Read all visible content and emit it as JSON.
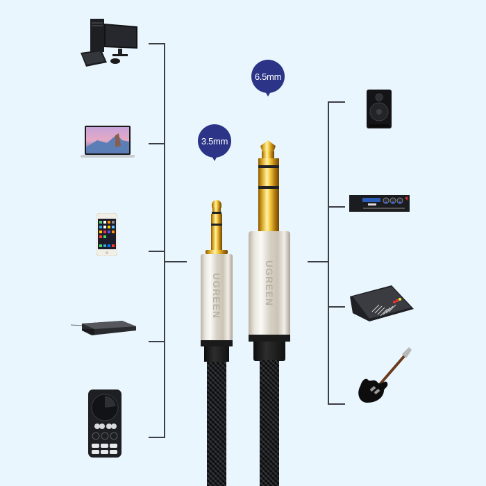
{
  "badges": {
    "large_plug": "6.5mm",
    "small_plug": "3.5mm"
  },
  "cable": {
    "brand": "UGREEN",
    "plugs": [
      {
        "size": "3.5mm",
        "type": "stereo TRS"
      },
      {
        "size": "6.5mm",
        "type": "stereo TRS"
      }
    ]
  },
  "left_devices": [
    {
      "name": "desktop-computer"
    },
    {
      "name": "laptop"
    },
    {
      "name": "smartphone"
    },
    {
      "name": "dvd-player"
    },
    {
      "name": "sound-card"
    }
  ],
  "right_devices": [
    {
      "name": "speaker"
    },
    {
      "name": "amplifier"
    },
    {
      "name": "audio-mixer"
    },
    {
      "name": "electric-guitar"
    }
  ],
  "colors": {
    "background": "#eaf6fd",
    "badge": "#2b3486",
    "connector_line": "#3a3d42"
  }
}
